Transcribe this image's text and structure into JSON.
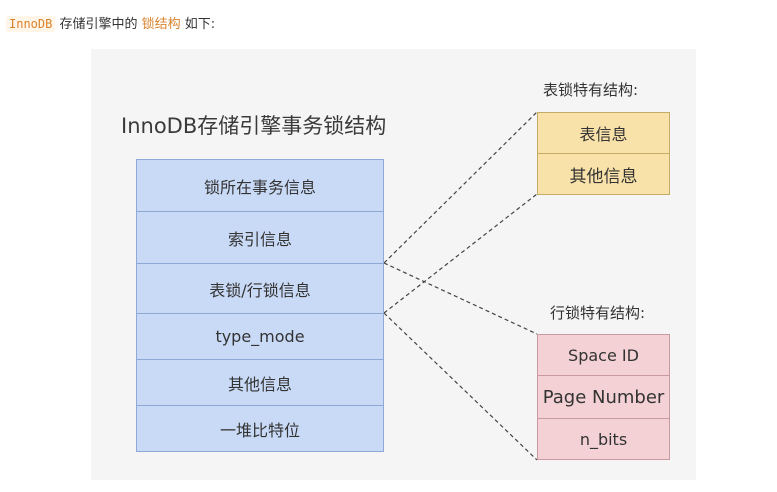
{
  "intro": {
    "code_term": "InnoDB",
    "text_1": " 存储引擎中的 ",
    "highlight": "锁结构",
    "text_2": " 如下:"
  },
  "diagram": {
    "title": "InnoDB存储引擎事务锁结构",
    "main_fields": [
      "锁所在事务信息",
      "索引信息",
      "表锁/行锁信息",
      "type_mode",
      "其他信息",
      "一堆比特位"
    ],
    "table_lock": {
      "title": "表锁特有结构:",
      "fields": [
        "表信息",
        "其他信息"
      ]
    },
    "row_lock": {
      "title": "行锁特有结构:",
      "fields": [
        "Space ID",
        "Page Number",
        "n_bits"
      ]
    },
    "colors": {
      "main": "#c9daf6",
      "table_lock": "#f9e2a9",
      "row_lock": "#f3d1d5",
      "panel": "#f5f5f5"
    }
  }
}
